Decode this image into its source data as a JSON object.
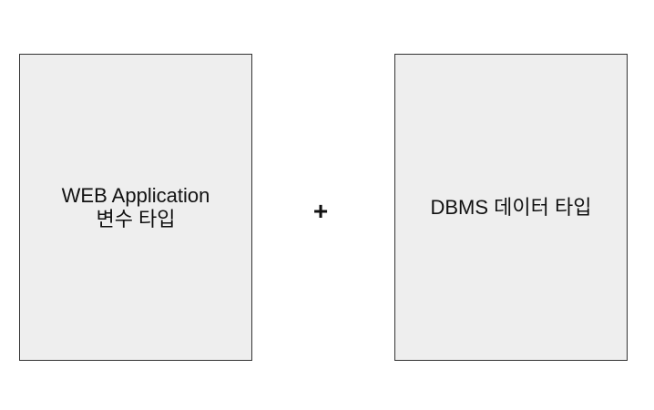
{
  "diagram": {
    "left_box": {
      "line1": "WEB Application",
      "line2": "변수 타입"
    },
    "operator": "+",
    "right_box": {
      "line1": "DBMS 데이터 타입"
    }
  },
  "colors": {
    "box_fill": "#eeeeee",
    "box_border": "#333333",
    "text": "#111111",
    "background": "#ffffff"
  }
}
